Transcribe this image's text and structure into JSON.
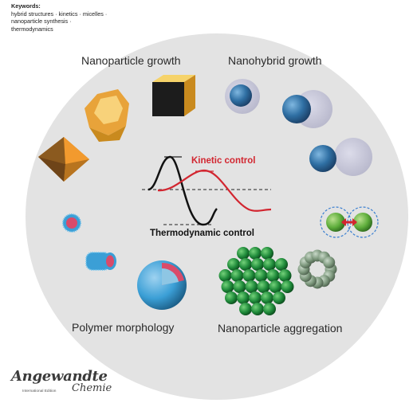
{
  "keywords": {
    "title": "Keywords:",
    "line1": "hybrid structures · kinetics · micelles ·",
    "line2": "nanoparticle synthesis ·",
    "line3": "thermodynamics"
  },
  "labels": {
    "nanoparticle_growth": "Nanoparticle growth",
    "nanohybrid_growth": "Nanohybrid growth",
    "polymer_morphology": "Polymer morphology",
    "nanoparticle_aggregation": "Nanoparticle aggregation",
    "kinetic_control": "Kinetic control",
    "thermodynamic_control": "Thermodynamic control"
  },
  "logo": {
    "main": "Angewandte",
    "chemie": "Chemie",
    "sub": "International Edition"
  },
  "colors": {
    "kinetic": "#d22630",
    "thermodynamic": "#111111",
    "background_circle": "#e3e3e3",
    "gold": "#e8a33a",
    "blue": "#2f6fa3",
    "green": "#5fae3c"
  }
}
